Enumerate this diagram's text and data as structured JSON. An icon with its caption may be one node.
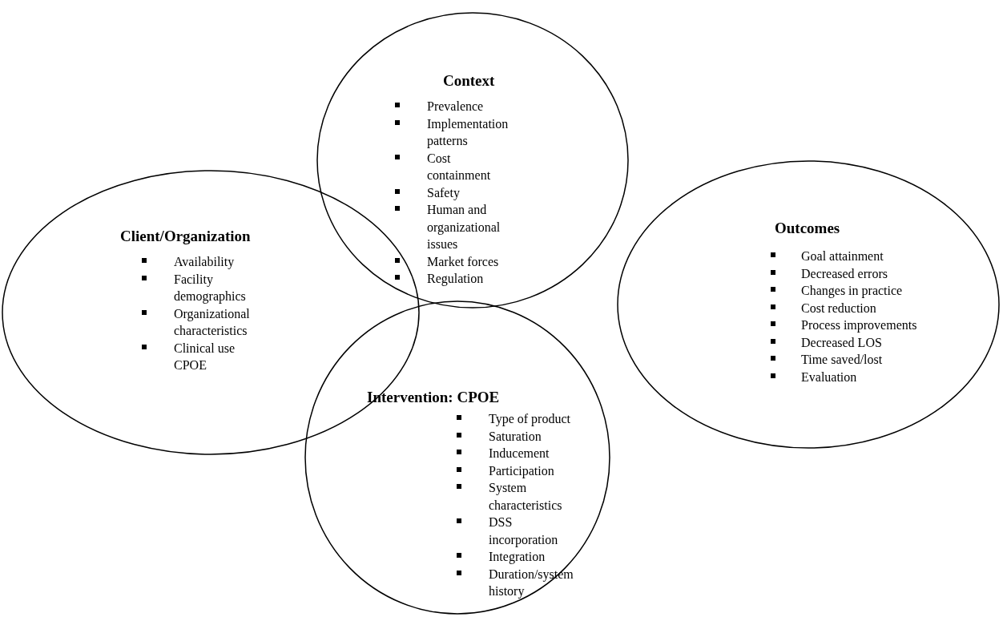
{
  "diagram": {
    "nodes": [
      {
        "text": [
          "Client/Organization",
          "Availability",
          "Facility demographics",
          "Organizational characteristics",
          "Clinical use CPOE"
        ]
      },
      {
        "text": [
          "Context",
          "Prevalence",
          "Implementation patterns",
          "Cost containment",
          "Safety",
          "Human and organizational issues",
          "Market forces",
          "Regulation"
        ]
      },
      {
        "text": [
          "Outcomes",
          "Goal attainment",
          "Decreased errors",
          "Changes in practice",
          "Cost reduction",
          "Process improvements",
          "Decreased LOS",
          "Time saved/lost",
          "Evaluation"
        ]
      },
      {
        "text": [
          "Intervention: CPOE",
          "Type of product",
          "Saturation",
          "Inducement",
          "Participation",
          "System characteristics",
          "DSS incorporation",
          "Integration",
          "Duration/system history"
        ]
      }
    ],
    "edges": []
  }
}
